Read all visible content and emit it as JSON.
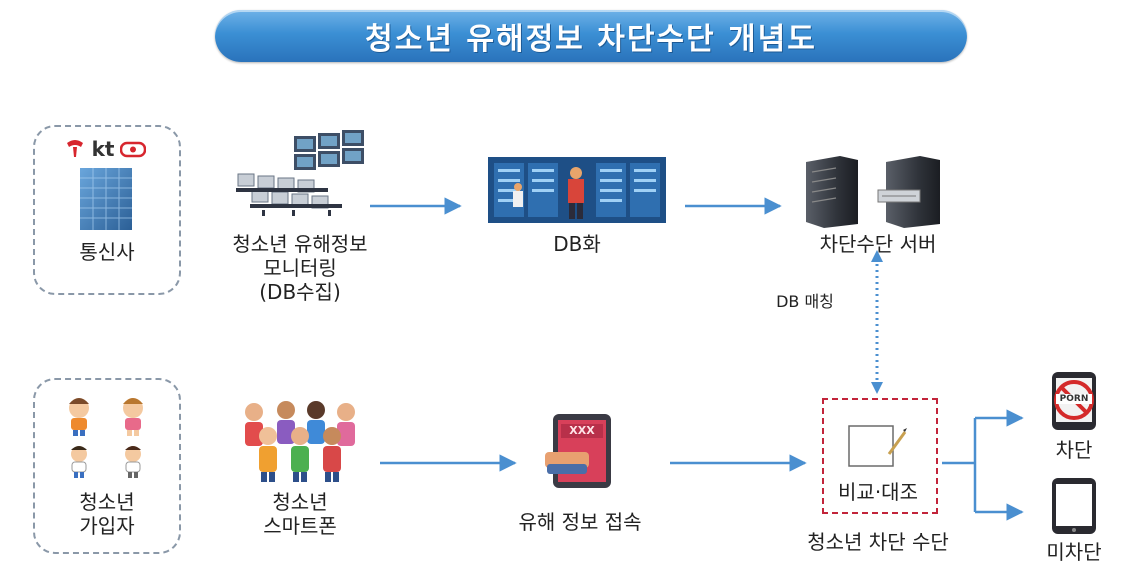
{
  "title": "청소년 유해정보 차단수단 개념도",
  "carrier": {
    "logo_text": "kt",
    "label": "통신사"
  },
  "monitoring": {
    "line1": "청소년 유해정보",
    "line2": "모니터링",
    "line3": "(DB수집)"
  },
  "db": {
    "label": "DB화"
  },
  "server": {
    "label": "차단수단 서버"
  },
  "matching": {
    "label": "DB 매칭"
  },
  "subscriber": {
    "line1": "청소년",
    "line2": "가입자"
  },
  "smartphone": {
    "line1": "청소년",
    "line2": "스마트폰"
  },
  "access": {
    "label": "유해 정보 접속",
    "screen_text": "XXX"
  },
  "compare": {
    "label": "비교·대조",
    "caption": "청소년 차단 수단"
  },
  "outcomes": {
    "blocked": "차단",
    "blocked_sign": "PORN",
    "not_blocked": "미차단"
  },
  "colors": {
    "banner": "#2a73bb",
    "arrow": "#4a8fd0",
    "red_box": "#c2243a"
  }
}
